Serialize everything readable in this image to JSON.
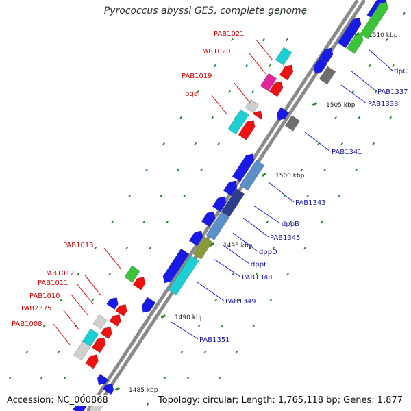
{
  "title": "Pyrococcus abyssi GE5, complete genome",
  "accession": "Accession: NC_000868",
  "summary": "Topology: circular; Length: 1,765,118 bp; Genes: 1,877",
  "colors": {
    "blue": "#1a1ae6",
    "red": "#ee1111",
    "cyan": "#1ccfd3",
    "green": "#3bc43b",
    "gray": "#6e6e6e",
    "lightgray": "#cfcfcf",
    "magenta": "#e0269a",
    "steel": "#5b8fc7",
    "olive": "#8a9a3a",
    "navy": "#2c3d8a",
    "label_red": "#cc0000",
    "label_blue": "#1a1aaa"
  },
  "scale_labels": [
    "1510 kbp",
    "1505 kbp",
    "1500 kbp",
    "1495 kbp",
    "1490 kbp",
    "1485 kbp"
  ],
  "left_labels": [
    "PAB1021",
    "PAB1020",
    "PAB1019",
    "bgal",
    "PAB1013",
    "PAB1012",
    "PAB1011",
    "PAB1010",
    "PAB2375",
    "PAB1008"
  ],
  "right_labels": [
    "tlpC",
    "PAB1337",
    "PAB1338",
    "PAB1341",
    "PAB1343",
    "dppB",
    "PAB1345",
    "dppD",
    "dppF",
    "PAB1348",
    "PAB1349",
    "PAB1351"
  ]
}
